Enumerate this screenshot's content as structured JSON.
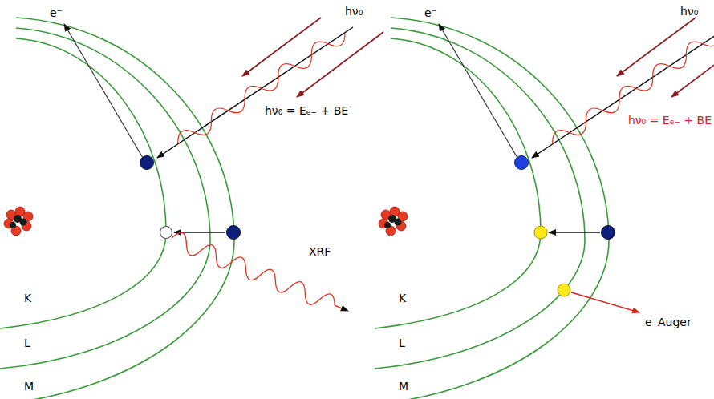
{
  "diagram": {
    "labels": [
      "e⁻",
      "hν₀",
      "hν₀ = Eₑ₋ + BE",
      "XRF",
      "K",
      "L",
      "M",
      "e⁻",
      "hν₀",
      "hν₀ = Eₑ₋ + BE",
      "e⁻Auger",
      "K",
      "L",
      "M"
    ]
  }
}
